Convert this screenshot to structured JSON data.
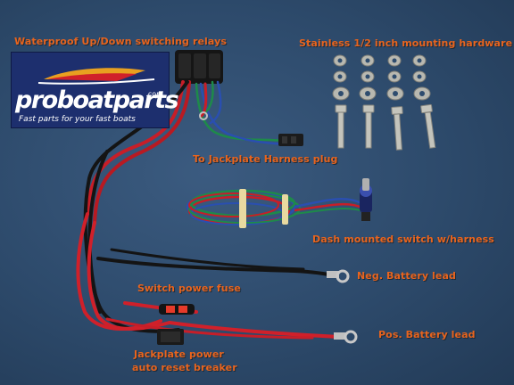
{
  "labels": {
    "relays": "Waterproof  Up/Down switching relays",
    "hardware": "Stainless   1/2 inch  mounting hardware",
    "harness_plug": "To Jackplate Harness  plug",
    "dash_switch": "Dash mounted switch  w/harness",
    "neg_lead": "Neg. Battery lead",
    "fuse": "Switch power  fuse",
    "pos_lead": "Pos. Battery lead",
    "breaker_line1": "Jackplate power",
    "breaker_line2": "auto  reset  breaker"
  },
  "logo": {
    "brand_part1": "proboat",
    "brand_part2": "parts",
    "dotcom": ".com",
    "tagline": "Fast parts for your fast boats"
  },
  "colors": {
    "label": "#e8641e",
    "background": "#2e4c6e",
    "red_wire": "#d0202a",
    "black_wire": "#141414",
    "green_wire": "#1e8a4a",
    "blue_wire": "#2a4fb0",
    "logo_bg": "#1d2f6e"
  }
}
